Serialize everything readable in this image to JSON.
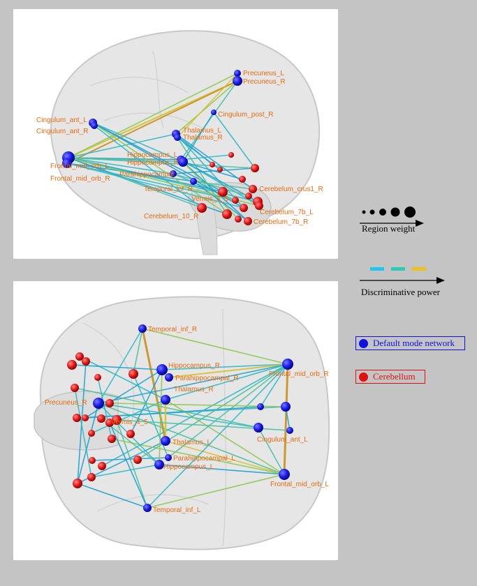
{
  "top_view": {
    "labels": {
      "precuneus_l": "Precuneus_L",
      "precuneus_r": "Precuneus_R",
      "cingulum_post_r": "Cingulum_post_R",
      "cingulum_ant_l": "Cingulum_ant_L",
      "cingulum_ant_r": "Cingulum_ant_R",
      "thalamus_l": "Thalamus_L",
      "thalamus_r": "Thalamus_R",
      "hippocampus_l": "Hippocampus_L",
      "hippocampus_r": "Hippocampus_R",
      "parahippocampal": "Parahippocampal",
      "frontal_mid_orb_l": "Frontal_mid_orb_L",
      "frontal_mid_orb_r": "Frontal_mid_orb_R",
      "temporal_inf": "Temporal_inf_R",
      "vermis": "Vermis_4_5",
      "cerebelum_crus1_r": "Cerebelum_crus1_R",
      "cerebelum_7b_l": "Cerebelum_7b_L",
      "cerebelum_7b_r": "Cerebelum_7b_R",
      "cerebelum_10_r": "Cerebelum_10_R"
    }
  },
  "bottom_view": {
    "labels": {
      "temporal_inf_r": "Temporal_inf_R",
      "hippocampus_r": "Hippocampus_R",
      "parahippocampal_r": "Parahippocampal_R",
      "frontal_mid_orb_r": "Frontal_mid_orb_R",
      "precuneus_r": "Precuneus_R",
      "thalamus_r": "Thalamus_R",
      "vermis": "Vermis_4_5",
      "cingulum_ant_l": "Cingulum_ant_L",
      "thalamus_l": "Thalamus_L",
      "parahippocampal_l": "Parahippocampal_L",
      "hippocampus_l": "Hippocampus_L",
      "frontal_mid_orb_l": "Frontal_mid_orb_L",
      "temporal_inf_l": "Temporal_inf_L"
    }
  },
  "legend": {
    "region_weight": "Region weight",
    "discriminative_power": "Discriminative power",
    "dmn_label": "Default mode network",
    "cerebellum_label": "Cerebellum",
    "dmn_color": "#1010e0",
    "cerebellum_color": "#e01010",
    "edge_colors": [
      "#22c4f0",
      "#2ec8b8",
      "#f0c020"
    ]
  }
}
